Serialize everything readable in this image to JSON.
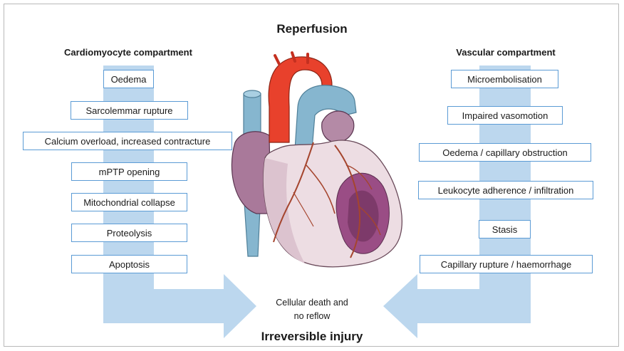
{
  "title": "Reperfusion",
  "footer_title": "Irreversible injury",
  "center_label_line1": "Cellular death and",
  "center_label_line2": "no reflow",
  "colors": {
    "arrow": "#bcd7ee",
    "box_border": "#5b9bd5",
    "aorta": "#e8412c",
    "vessel": "#86b6cf",
    "heart_body": "#eddde3",
    "infarct": "#9a4d85",
    "coronary": "#a5452e"
  },
  "cardiomyocyte": {
    "title": "Cardiomyocyte compartment",
    "items": [
      "Oedema",
      "Sarcolemmar rupture",
      "Calcium overload, increased contracture",
      "mPTP opening",
      "Mitochondrial collapse",
      "Proteolysis",
      "Apoptosis"
    ]
  },
  "vascular": {
    "title": "Vascular compartment",
    "items": [
      "Microembolisation",
      "Impaired vasomotion",
      "Oedema / capillary obstruction",
      "Leukocyte adherence / infiltration",
      "Stasis",
      "Capillary rupture / haemorrhage"
    ]
  },
  "heart_illustration": "heart-icon"
}
